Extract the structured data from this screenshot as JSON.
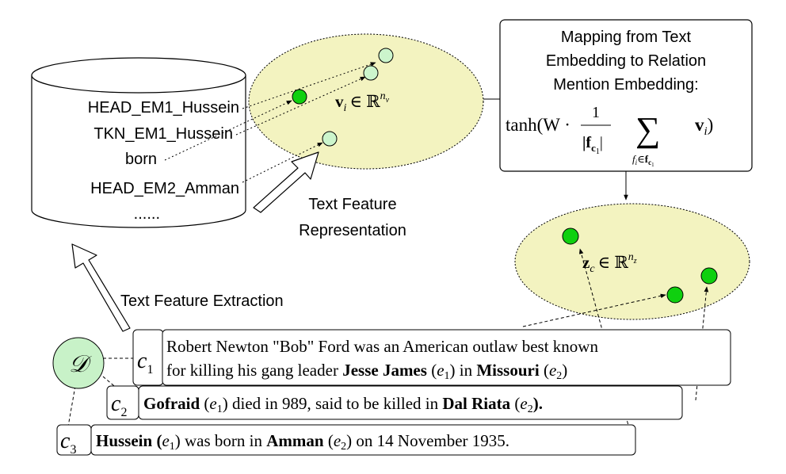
{
  "cylinder": {
    "features": [
      "HEAD_EM1_Hussein",
      "TKN_EM1_Hussein",
      "born",
      "HEAD_EM2_Amman",
      "......"
    ]
  },
  "text_embedding_space": {
    "label": "v",
    "label_sub": "i",
    "label_rel": "∈ ℝ",
    "label_sup": "n",
    "label_sup_sub": "v"
  },
  "relation_embedding_space": {
    "label": "z",
    "label_sub": "c",
    "label_rel": "∈ ℝ",
    "label_sup": "n",
    "label_sup_sub": "z"
  },
  "mapping_box": {
    "lines": [
      "Mapping from Text",
      "Embedding to Relation",
      "Mention Embedding:"
    ],
    "formula": {
      "tanh": "tanh(W ·",
      "frac_num": "1",
      "frac_den": "|f",
      "frac_den_sub": "c",
      "frac_den_subsub": "1",
      "frac_den_close": "|",
      "sum": "∑",
      "sum_sub": "f",
      "sum_sub_i": "i",
      "sum_sub_in": "∈",
      "sum_sub_f": "f",
      "sum_sub_c": "c",
      "sum_sub_1": "1",
      "vec": "v",
      "vec_sub": "i",
      "close": ")"
    }
  },
  "labels": {
    "text_feature_representation": [
      "Text Feature",
      "Representation"
    ],
    "text_feature_extraction": "Text Feature Extraction"
  },
  "corpus": {
    "symbol": "𝒟"
  },
  "sentences": [
    {
      "id": "c",
      "id_sub": "1",
      "line1": "Robert Newton \"Bob\" Ford was an American outlaw best known",
      "line2_parts": [
        {
          "t": "for killing his gang leader ",
          "b": false
        },
        {
          "t": "Jesse James",
          "b": true
        },
        {
          "t": " (",
          "b": false
        },
        {
          "t": "e",
          "i": true
        },
        {
          "t": "1",
          "sub": true
        },
        {
          "t": ") in ",
          "b": false
        },
        {
          "t": "Missouri",
          "b": true
        },
        {
          "t": " (",
          "b": false
        },
        {
          "t": "e",
          "i": true
        },
        {
          "t": "2",
          "sub": true
        },
        {
          "t": ")",
          "b": false
        }
      ]
    },
    {
      "id": "c",
      "id_sub": "2",
      "parts": [
        {
          "t": "Gofraid",
          "b": true
        },
        {
          "t": " (",
          "b": false
        },
        {
          "t": "e",
          "i": true
        },
        {
          "t": "1",
          "sub": true
        },
        {
          "t": ") died in 989, said to be killed in ",
          "b": false
        },
        {
          "t": "Dal Riata",
          "b": true
        },
        {
          "t": " (",
          "b": false
        },
        {
          "t": "e",
          "i": true
        },
        {
          "t": "2",
          "sub": true
        },
        {
          "t": ").",
          "b": true
        }
      ]
    },
    {
      "id": "c",
      "id_sub": "3",
      "parts": [
        {
          "t": "Hussein (",
          "b": true
        },
        {
          "t": "e",
          "i": true
        },
        {
          "t": "1",
          "sub": true
        },
        {
          "t": ") was born in ",
          "b": false
        },
        {
          "t": "Amman",
          "b": true
        },
        {
          "t": " (",
          "b": false
        },
        {
          "t": "e",
          "i": true
        },
        {
          "t": "2",
          "sub": true
        },
        {
          "t": ") on 14 November 1935.",
          "b": false
        }
      ]
    }
  ],
  "colors": {
    "ellipse_fill": "#f3f3c0",
    "point_fill_dark": "#0fd00f",
    "point_fill_light": "#ccf5cc",
    "corpus_fill": "#c8f2c8"
  }
}
